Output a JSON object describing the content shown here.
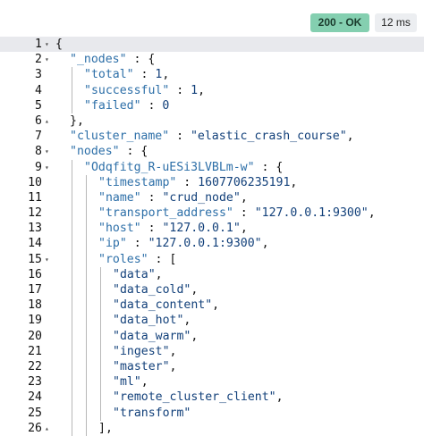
{
  "status": {
    "code": "200 - OK",
    "time": "12 ms"
  },
  "lines": [
    {
      "n": "1",
      "fold": "▾",
      "active": true,
      "indent": 0,
      "parts": [
        {
          "t": "{",
          "c": "punc"
        }
      ]
    },
    {
      "n": "2",
      "fold": "▾",
      "indent": 1,
      "parts": [
        {
          "t": "\"_nodes\"",
          "c": "key"
        },
        {
          "t": " : {",
          "c": "punc"
        }
      ]
    },
    {
      "n": "3",
      "fold": "",
      "indent": 2,
      "parts": [
        {
          "t": "\"total\"",
          "c": "key"
        },
        {
          "t": " : ",
          "c": "punc"
        },
        {
          "t": "1",
          "c": "num"
        },
        {
          "t": ",",
          "c": "punc"
        }
      ]
    },
    {
      "n": "4",
      "fold": "",
      "indent": 2,
      "parts": [
        {
          "t": "\"successful\"",
          "c": "key"
        },
        {
          "t": " : ",
          "c": "punc"
        },
        {
          "t": "1",
          "c": "num"
        },
        {
          "t": ",",
          "c": "punc"
        }
      ]
    },
    {
      "n": "5",
      "fold": "",
      "indent": 2,
      "parts": [
        {
          "t": "\"failed\"",
          "c": "key"
        },
        {
          "t": " : ",
          "c": "punc"
        },
        {
          "t": "0",
          "c": "num"
        }
      ]
    },
    {
      "n": "6",
      "fold": "▴",
      "indent": 1,
      "parts": [
        {
          "t": "},",
          "c": "punc"
        }
      ]
    },
    {
      "n": "7",
      "fold": "",
      "indent": 1,
      "parts": [
        {
          "t": "\"cluster_name\"",
          "c": "key"
        },
        {
          "t": " : ",
          "c": "punc"
        },
        {
          "t": "\"elastic_crash_course\"",
          "c": "str"
        },
        {
          "t": ",",
          "c": "punc"
        }
      ]
    },
    {
      "n": "8",
      "fold": "▾",
      "indent": 1,
      "parts": [
        {
          "t": "\"nodes\"",
          "c": "key"
        },
        {
          "t": " : {",
          "c": "punc"
        }
      ]
    },
    {
      "n": "9",
      "fold": "▾",
      "indent": 2,
      "parts": [
        {
          "t": "\"Odqfitg_R-uESi3LVBLm-w\"",
          "c": "key"
        },
        {
          "t": " : {",
          "c": "punc"
        }
      ]
    },
    {
      "n": "10",
      "fold": "",
      "indent": 3,
      "parts": [
        {
          "t": "\"timestamp\"",
          "c": "key"
        },
        {
          "t": " : ",
          "c": "punc"
        },
        {
          "t": "1607706235191",
          "c": "num"
        },
        {
          "t": ",",
          "c": "punc"
        }
      ]
    },
    {
      "n": "11",
      "fold": "",
      "indent": 3,
      "parts": [
        {
          "t": "\"name\"",
          "c": "key"
        },
        {
          "t": " : ",
          "c": "punc"
        },
        {
          "t": "\"crud_node\"",
          "c": "str"
        },
        {
          "t": ",",
          "c": "punc"
        }
      ]
    },
    {
      "n": "12",
      "fold": "",
      "indent": 3,
      "parts": [
        {
          "t": "\"transport_address\"",
          "c": "key"
        },
        {
          "t": " : ",
          "c": "punc"
        },
        {
          "t": "\"127.0.0.1:9300\"",
          "c": "str"
        },
        {
          "t": ",",
          "c": "punc"
        }
      ]
    },
    {
      "n": "13",
      "fold": "",
      "indent": 3,
      "parts": [
        {
          "t": "\"host\"",
          "c": "key"
        },
        {
          "t": " : ",
          "c": "punc"
        },
        {
          "t": "\"127.0.0.1\"",
          "c": "str"
        },
        {
          "t": ",",
          "c": "punc"
        }
      ]
    },
    {
      "n": "14",
      "fold": "",
      "indent": 3,
      "parts": [
        {
          "t": "\"ip\"",
          "c": "key"
        },
        {
          "t": " : ",
          "c": "punc"
        },
        {
          "t": "\"127.0.0.1:9300\"",
          "c": "str"
        },
        {
          "t": ",",
          "c": "punc"
        }
      ]
    },
    {
      "n": "15",
      "fold": "▾",
      "indent": 3,
      "parts": [
        {
          "t": "\"roles\"",
          "c": "key"
        },
        {
          "t": " : [",
          "c": "punc"
        }
      ]
    },
    {
      "n": "16",
      "fold": "",
      "indent": 4,
      "parts": [
        {
          "t": "\"data\"",
          "c": "str"
        },
        {
          "t": ",",
          "c": "punc"
        }
      ]
    },
    {
      "n": "17",
      "fold": "",
      "indent": 4,
      "parts": [
        {
          "t": "\"data_cold\"",
          "c": "str"
        },
        {
          "t": ",",
          "c": "punc"
        }
      ]
    },
    {
      "n": "18",
      "fold": "",
      "indent": 4,
      "parts": [
        {
          "t": "\"data_content\"",
          "c": "str"
        },
        {
          "t": ",",
          "c": "punc"
        }
      ]
    },
    {
      "n": "19",
      "fold": "",
      "indent": 4,
      "parts": [
        {
          "t": "\"data_hot\"",
          "c": "str"
        },
        {
          "t": ",",
          "c": "punc"
        }
      ]
    },
    {
      "n": "20",
      "fold": "",
      "indent": 4,
      "parts": [
        {
          "t": "\"data_warm\"",
          "c": "str"
        },
        {
          "t": ",",
          "c": "punc"
        }
      ]
    },
    {
      "n": "21",
      "fold": "",
      "indent": 4,
      "parts": [
        {
          "t": "\"ingest\"",
          "c": "str"
        },
        {
          "t": ",",
          "c": "punc"
        }
      ]
    },
    {
      "n": "22",
      "fold": "",
      "indent": 4,
      "parts": [
        {
          "t": "\"master\"",
          "c": "str"
        },
        {
          "t": ",",
          "c": "punc"
        }
      ]
    },
    {
      "n": "23",
      "fold": "",
      "indent": 4,
      "parts": [
        {
          "t": "\"ml\"",
          "c": "str"
        },
        {
          "t": ",",
          "c": "punc"
        }
      ]
    },
    {
      "n": "24",
      "fold": "",
      "indent": 4,
      "parts": [
        {
          "t": "\"remote_cluster_client\"",
          "c": "str"
        },
        {
          "t": ",",
          "c": "punc"
        }
      ]
    },
    {
      "n": "25",
      "fold": "",
      "indent": 4,
      "parts": [
        {
          "t": "\"transform\"",
          "c": "str"
        }
      ]
    },
    {
      "n": "26",
      "fold": "▴",
      "indent": 3,
      "parts": [
        {
          "t": "],",
          "c": "punc"
        }
      ]
    }
  ]
}
